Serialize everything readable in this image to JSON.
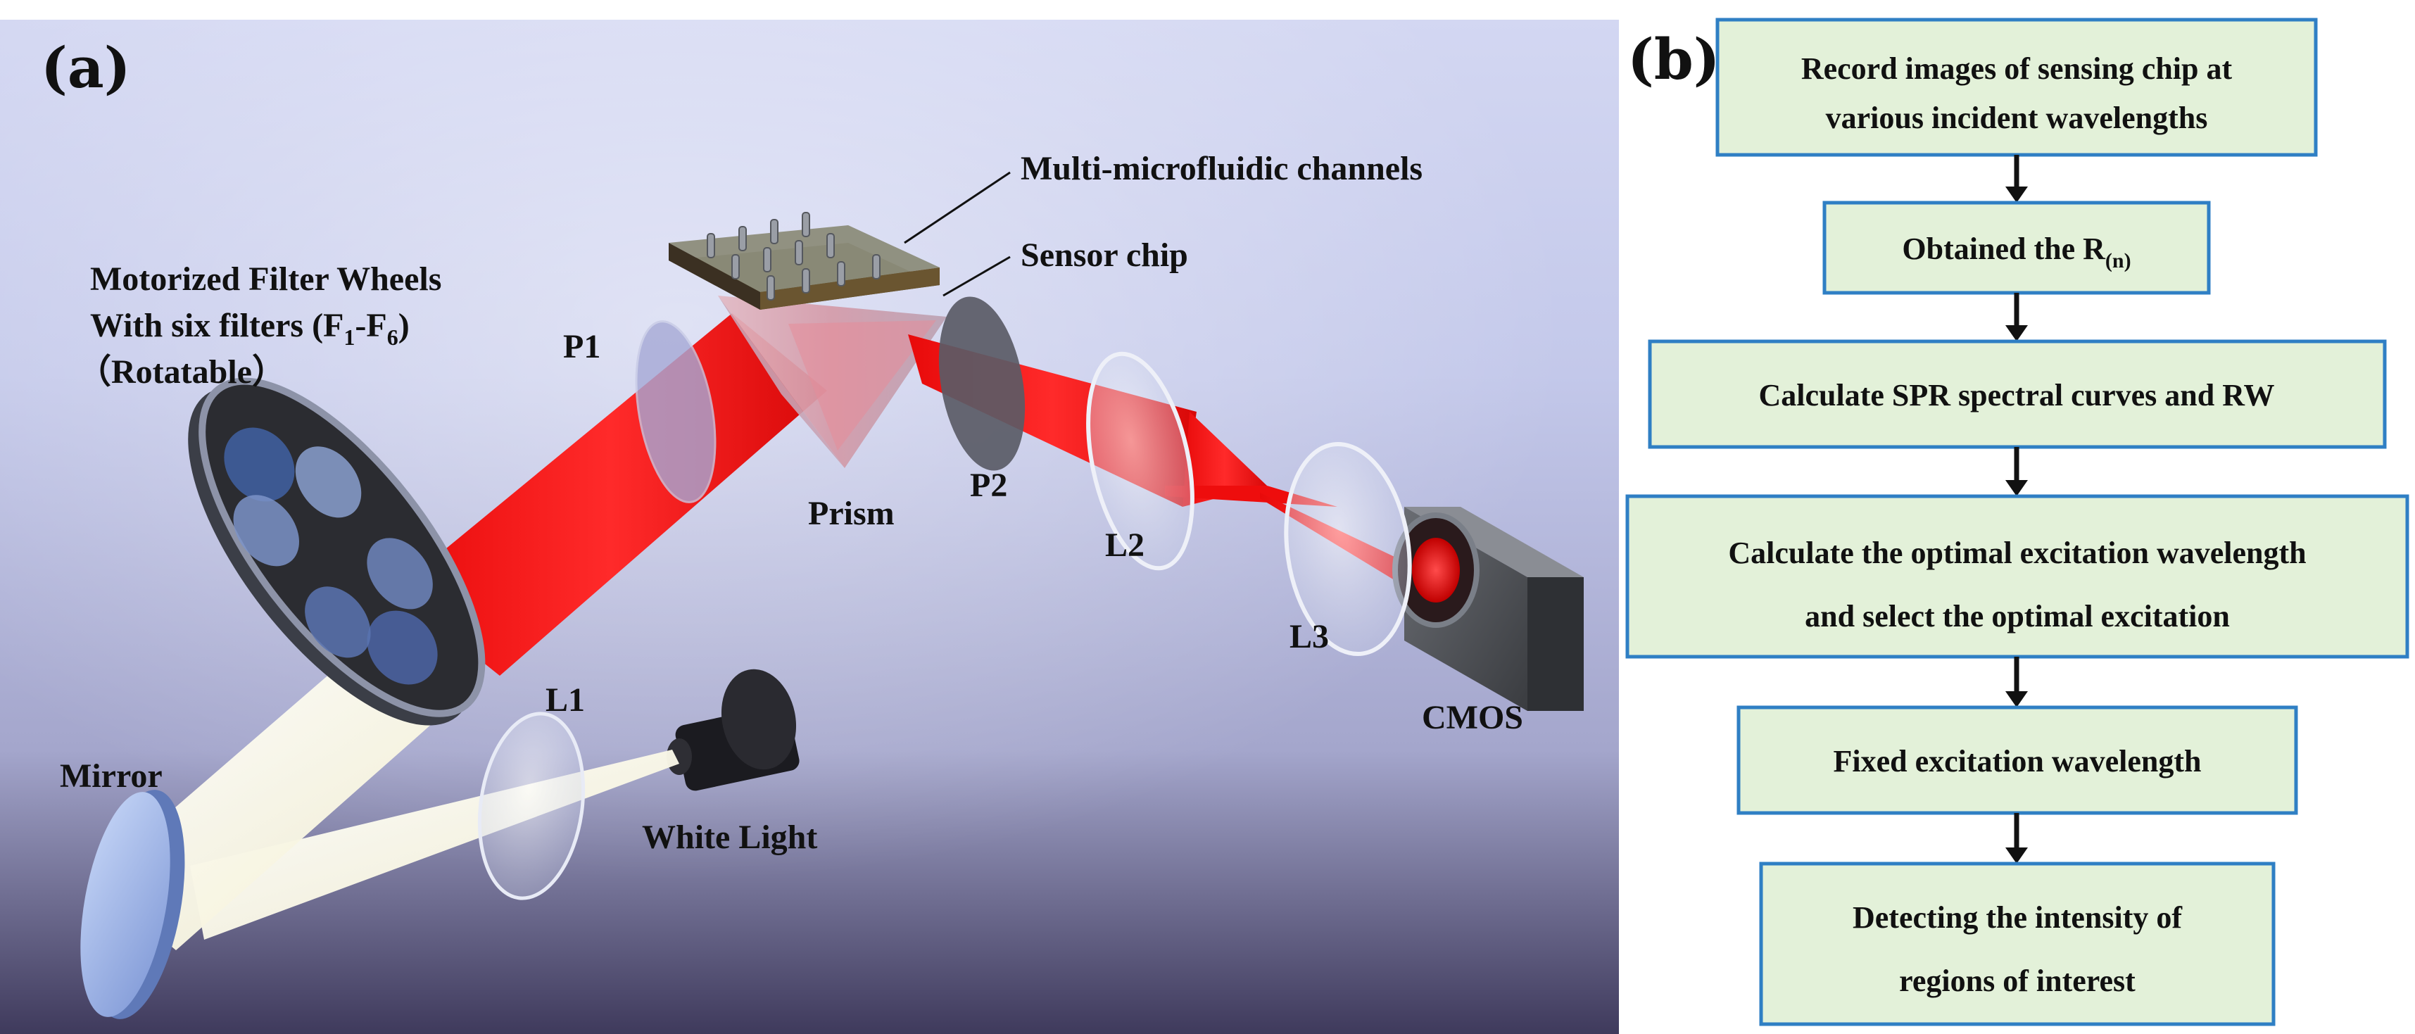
{
  "panel_a": {
    "letter": "(a)",
    "labels": {
      "channels": "Multi-microfluidic channels",
      "sensor": "Sensor chip",
      "wheel_1": "Motorized Filter Wheels",
      "wheel_2_pre": "With six filters (F",
      "wheel_sub_1": "1",
      "wheel_dash": "-F",
      "wheel_sub_6": "6",
      "wheel_close": ")",
      "wheel_3": "（Rotatable）",
      "p1": "P1",
      "p2": "P2",
      "prism": "Prism",
      "l1": "L1",
      "l2": "L2",
      "l3": "L3",
      "cmos": "CMOS",
      "mirror": "Mirror",
      "white_light": "White Light"
    }
  },
  "panel_b": {
    "letter": "(b)",
    "steps": [
      {
        "lines": [
          "Record images of sensing chip at",
          "various incident wavelengths"
        ]
      },
      {
        "main": "Obtained the R",
        "sub": "(n)"
      },
      {
        "lines": [
          "Calculate SPR spectral curves and RW"
        ]
      },
      {
        "lines": [
          "Calculate the optimal excitation wavelength",
          "and select the optimal excitation"
        ]
      },
      {
        "lines": [
          "Fixed excitation wavelength"
        ]
      },
      {
        "lines": [
          "Detecting the intensity of",
          "regions of interest"
        ]
      }
    ]
  },
  "colors": {
    "box_fill": "#e3f1d9",
    "box_border": "#2f7fc4",
    "beam_red": "#ee0d0d",
    "beam_white": "#fffdf0"
  }
}
